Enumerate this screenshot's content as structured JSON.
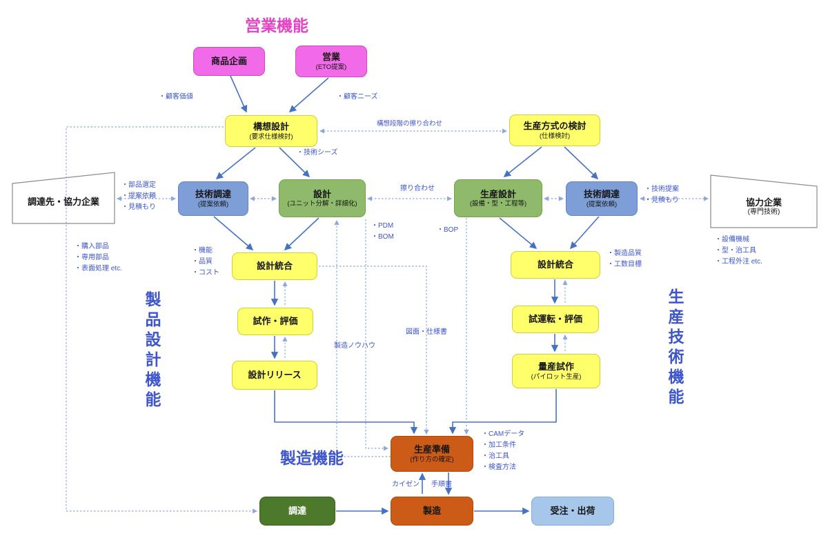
{
  "section_titles": {
    "sales": "営業機能",
    "product_design": "製品設計機能",
    "production_tech": "生産技術機能",
    "manufacturing_area": "製造機能"
  },
  "boxes": {
    "product_planning": {
      "title": "商品企画"
    },
    "sales_eto": {
      "title": "営業",
      "subtitle": "(ETO提案)"
    },
    "concept_design": {
      "title": "構想設計",
      "subtitle": "(要求仕様検討)"
    },
    "production_method": {
      "title": "生産方式の検討",
      "subtitle": "(仕様検討)"
    },
    "tech_procurement_left": {
      "title": "技術調達",
      "subtitle": "(提案依頼)"
    },
    "design": {
      "title": "設計",
      "subtitle": "(ユニット分解・詳細化)"
    },
    "production_design": {
      "title": "生産設計",
      "subtitle": "(設備・型・工程等)"
    },
    "tech_procurement_right": {
      "title": "技術調達",
      "subtitle": "(提案依頼)"
    },
    "design_integration_left": {
      "title": "設計統合"
    },
    "prototype_eval": {
      "title": "試作・評価"
    },
    "design_release": {
      "title": "設計リリース"
    },
    "design_integration_right": {
      "title": "設計統合"
    },
    "trial_run_eval": {
      "title": "試運転・評価"
    },
    "mass_prod_trial": {
      "title": "量産試作",
      "subtitle": "(パイロット生産)"
    },
    "production_prep": {
      "title": "生産準備",
      "subtitle": "(作り方の確定)"
    },
    "procurement": {
      "title": "調達"
    },
    "manufacturing": {
      "title": "製造"
    },
    "order_shipping": {
      "title": "受注・出荷"
    },
    "suppliers_left": {
      "title": "調達先・協力企業"
    },
    "partners_right": {
      "title": "協力企業",
      "subtitle": "(専門技術)"
    }
  },
  "annotations": {
    "customer_value": "・顧客価値",
    "customer_needs": "・顧客ニーズ",
    "concept_suriawase": "構想段階の擦り合わせ",
    "tech_seeds": "・技術シーズ",
    "parts_selection": [
      "・部品選定",
      "・提案依頼",
      "・見積もり"
    ],
    "suriawase": "擦り合わせ",
    "tech_proposal": [
      "・技術提案",
      "・見積もり"
    ],
    "purchased_parts": [
      "・購入部品",
      "・専用部品",
      "・表面処理 etc."
    ],
    "pdm_bom": [
      "・PDM",
      "・BOM"
    ],
    "bop": "・BOP",
    "function_quality_cost": [
      "・機能",
      "・品質",
      "・コスト"
    ],
    "mfg_quality": [
      "・製造品質",
      "・工数目標"
    ],
    "equipment": [
      "・設備機械",
      "・型・治工具",
      "・工程外注 etc."
    ],
    "mfg_knowhow": "製造ノウハウ",
    "drawings_specs": "図面・仕様書",
    "cam_items": [
      "・CAMデータ",
      "・加工条件",
      "・治工具",
      "・検査方法"
    ],
    "kaizen": "カイゼン",
    "tejunsho": "手順書"
  },
  "colors": {
    "arrow_solid": "#4472c4",
    "arrow_dotted": "#8fa7de",
    "pink_box": "#f16ae8",
    "yellow_box": "#ffff6b",
    "green_box": "#8fb96b",
    "blue_box": "#7e9ed8",
    "light_blue_box": "#a6c6ea",
    "dark_green_box": "#4c7a2a",
    "orange_box": "#cb5b16",
    "annotation_text": "#3d55cd",
    "sales_title": "#e344c4"
  }
}
